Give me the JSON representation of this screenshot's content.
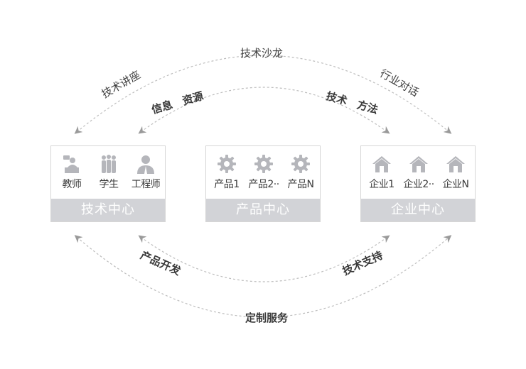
{
  "arcs": {
    "outer_top_center": "技术沙龙",
    "outer_top_left": "技术讲座",
    "outer_top_right": "行业对话",
    "inner_top_left": "信息　资源",
    "inner_top_right": "技术　方法",
    "inner_bottom_left": "产品开发",
    "inner_bottom_right": "技术支持",
    "outer_bottom_center": "定制服务"
  },
  "boxes": {
    "tech": {
      "title": "技术中心",
      "items": [
        {
          "label": "教师",
          "icon": "teacher-icon"
        },
        {
          "label": "学生",
          "icon": "students-icon"
        },
        {
          "label": "工程师",
          "icon": "engineer-icon"
        }
      ]
    },
    "product": {
      "title": "产品中心",
      "items": [
        {
          "label": "产品1",
          "icon": "gear-icon"
        },
        {
          "label": "产品2··",
          "icon": "gear-icon"
        },
        {
          "label": "产品N",
          "icon": "gear-icon"
        }
      ]
    },
    "enterprise": {
      "title": "企业中心",
      "items": [
        {
          "label": "企业1",
          "icon": "house-icon"
        },
        {
          "label": "企业2··",
          "icon": "house-icon"
        },
        {
          "label": "企业N",
          "icon": "house-icon"
        }
      ]
    }
  },
  "colors": {
    "bar": "#d2d3d7",
    "icon": "#b5b6bb",
    "arc": "#bdbdbd"
  }
}
